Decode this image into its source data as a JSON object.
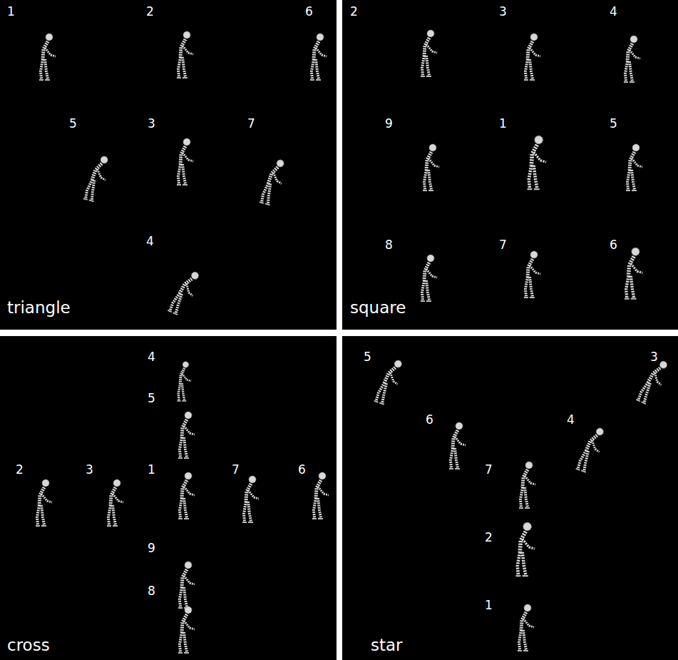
{
  "diagram": {
    "labels": [
      "1",
      "2",
      "6",
      "5",
      "3",
      "7",
      "4",
      "triangle",
      "2",
      "3",
      "4",
      "9",
      "1",
      "5",
      "8",
      "7",
      "6",
      "square",
      "4",
      "5",
      "2",
      "3",
      "1",
      "7",
      "6",
      "9",
      "8",
      "cross",
      "5",
      "3",
      "6",
      "4",
      "7",
      "2",
      "1",
      "star"
    ]
  }
}
